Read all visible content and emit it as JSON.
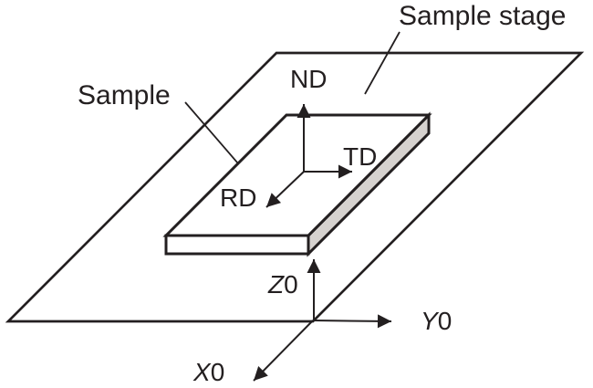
{
  "css_vars": {
    "ink": "#231f20",
    "paper": "#ffffff",
    "shade": "#d6d2cf"
  },
  "figure": {
    "labels": {
      "sample_stage": "Sample stage",
      "sample": "Sample",
      "nd": "ND",
      "td": "TD",
      "rd": "RD",
      "z0": {
        "letter": "Z",
        "digit": "0"
      },
      "y0": {
        "letter": "Y",
        "digit": "0"
      },
      "x0": {
        "letter": "X",
        "digit": "0"
      }
    },
    "side_face_color": "#d6d2cf",
    "line_color": "#231f20"
  }
}
